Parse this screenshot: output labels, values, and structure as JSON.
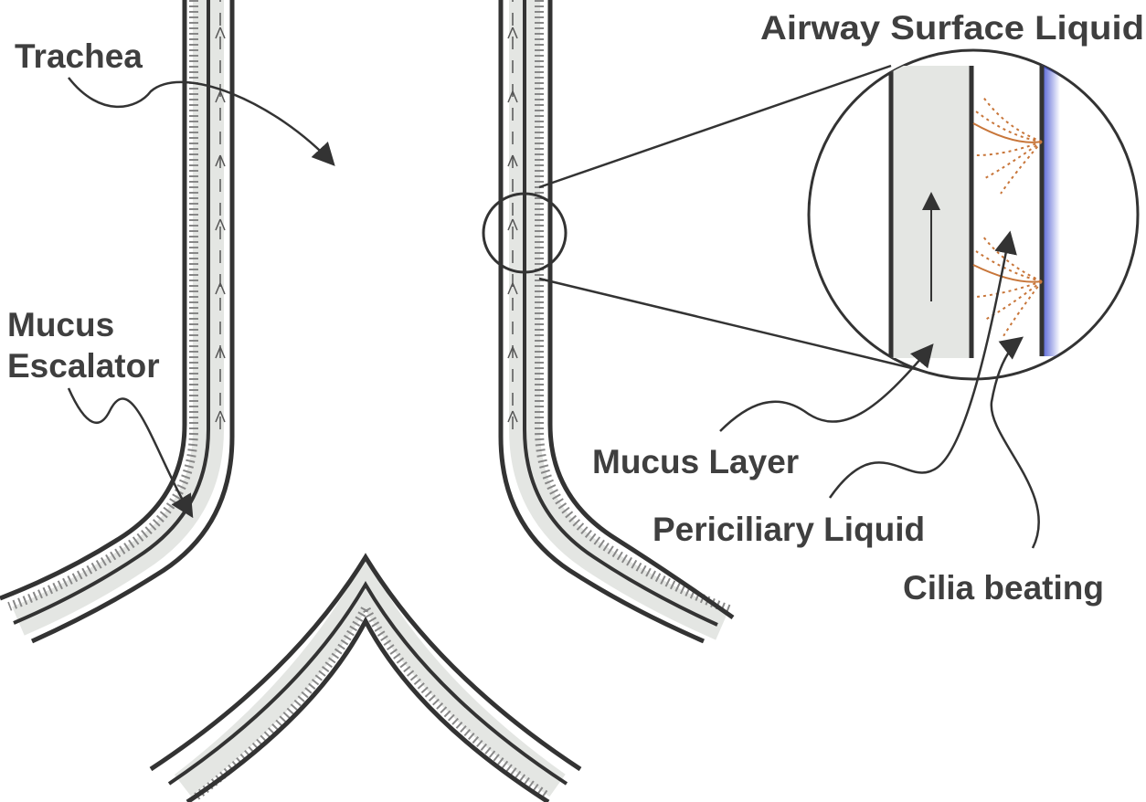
{
  "labels": {
    "trachea": "Trachea",
    "mucus_escalator_line1": "Mucus",
    "mucus_escalator_line2": "Escalator",
    "airway_surface_liquid": "Airway Surface Liquid",
    "mucus_layer": "Mucus Layer",
    "periciliary_liquid": "Periciliary Liquid",
    "cilia_beating": "Cilia beating"
  },
  "colors": {
    "wall_stroke": "#333333",
    "mucus_fill": "#e4e6e3",
    "cilia": "#c8763a",
    "epithelium": "#3c4ccf",
    "label_text": "#3f3f3f"
  }
}
